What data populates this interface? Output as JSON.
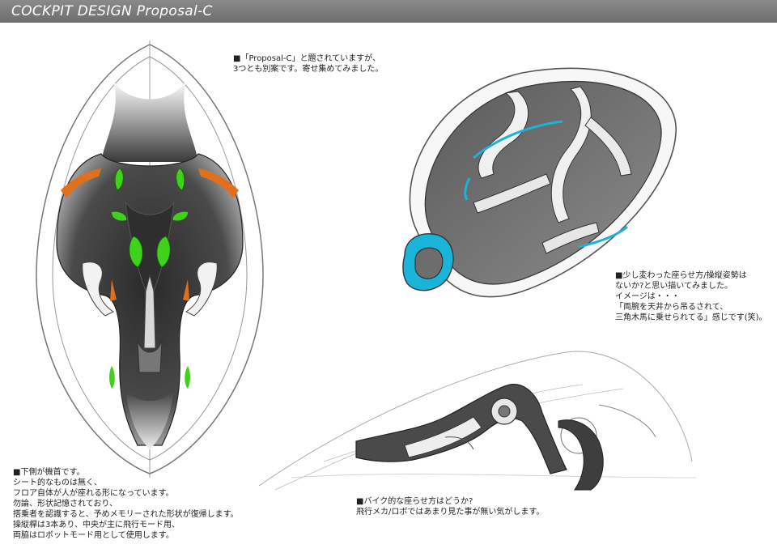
{
  "header": {
    "title": "COCKPIT DESIGN  Proposal-C"
  },
  "notes": {
    "intro": [
      "■「Proposal-C」と題されていますが、",
      "3つとも別案です。寄せ集めてみました。"
    ],
    "top_view": [
      "■下側が機首です。",
      "シート的なものは無く、",
      "フロア自体が人が座れる形になっています。",
      "勿論、形状記憶されており、",
      "搭乗者を認識すると、予めメモリーされた形状が復帰します。",
      "操縦桿は3本あり、中央が主に飛行モード用、",
      "両脇はロボットモード用として使用します。"
    ],
    "hanging": [
      "■少し変わった座らせ方/操縦姿勢は",
      "ないか?と思い描いてみました。",
      "イメージは・・・",
      "「両腕を天井から吊るされて、",
      "三角木馬に乗せられてる」感じです(笑)。"
    ],
    "bike": [
      "■バイク的な座らせ方はどうか?",
      "飛行メカ/ロボではあまり見た事が無い気がします。"
    ]
  },
  "colors": {
    "header": "#7a7a7a",
    "accent_green": "#3fd21a",
    "accent_orange": "#e0701e",
    "accent_cyan": "#1ab4d8",
    "body_dark": "#3c3c3c"
  },
  "sketches": [
    "top-view-cockpit",
    "hanging-pose-cockpit",
    "bike-pose-cockpit"
  ]
}
